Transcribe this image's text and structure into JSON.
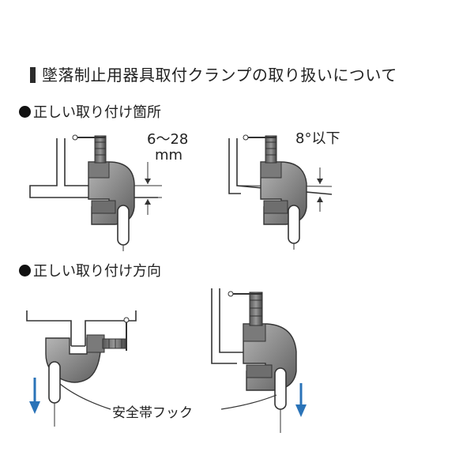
{
  "title": "墜落制止用器具取付クランプの取り扱いについて",
  "section1": {
    "heading": "正しい取り付け箇所"
  },
  "section2": {
    "heading": "正しい取り付け方向"
  },
  "annotations": {
    "thickness_range": "6～28",
    "thickness_unit": "mm",
    "angle_limit": "8°以下",
    "hook_label": "安全帯フック"
  },
  "colors": {
    "arrow": "#2a73b8",
    "clamp_fill": "#8a8a8a",
    "clamp_dark": "#4a4a4a",
    "line": "#333333"
  },
  "icons": [
    "square-bullet-icon",
    "filled-circle-icon",
    "down-arrow-icon"
  ]
}
